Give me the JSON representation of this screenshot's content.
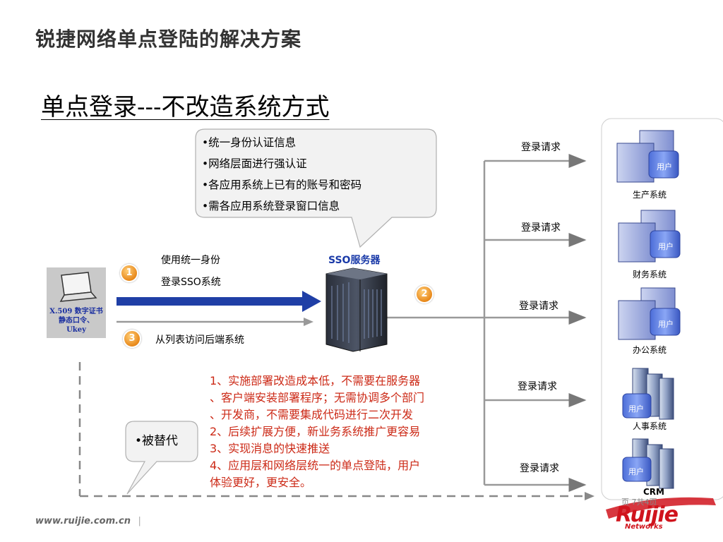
{
  "header": {
    "title": "锐捷网络单点登陆的解决方案",
    "subtitle": "单点登录---不改造系统方式"
  },
  "callout": {
    "items": [
      "•统一身份认证信息",
      "•网络层面进行强认证",
      "•各应用系统上已有的账号和密码",
      "•需各应用系统登录窗口信息"
    ]
  },
  "client": {
    "auth_line1": "X.509 数字证书",
    "auth_line2": "静态口令、",
    "auth_line3": "Ukey"
  },
  "steps": {
    "step1_num": "1",
    "step1_line1": "使用统一身份",
    "step1_line2": "登录SSO系统",
    "step2_num": "2",
    "step3_num": "3",
    "step3_text": "从列表访问后端系统"
  },
  "sso_server_label": "SSO服务器",
  "login_request_label": "登录请求",
  "systems": [
    {
      "name": "生产系统",
      "tag": "用户"
    },
    {
      "name": "财务系统",
      "tag": "用户"
    },
    {
      "name": "办公系统",
      "tag": "用户"
    },
    {
      "name": "人事系统",
      "tag": "用户"
    },
    {
      "name": "CRM",
      "tag": "用户"
    }
  ],
  "benefits": {
    "line1": "1、实施部署改造成本低，不需要在服务器",
    "line2": "、客户端安装部署程序；无需协调多个部门",
    "line3": "、开发商，不需要集成代码进行二次开发",
    "line4": "2、后续扩展方便，新业务系统推广更容易",
    "line5": "3、实现消息的快速推送",
    "line6": "4、应用层和网络层统一的单点登陆，用户",
    "line7": "体验更好，更安全。"
  },
  "replaced_label": "•被替代",
  "page_indicator": "页 7共4页",
  "footer": {
    "url": "www.ruijie.com.cn",
    "separator": "|",
    "logo": "Ruijie",
    "logo_sub": "Networks"
  },
  "colors": {
    "arrow_blue": "#1f3fa6",
    "badge_orange": "#e8881a",
    "red_text": "#cc2a17",
    "logo_red": "#d0141d"
  }
}
